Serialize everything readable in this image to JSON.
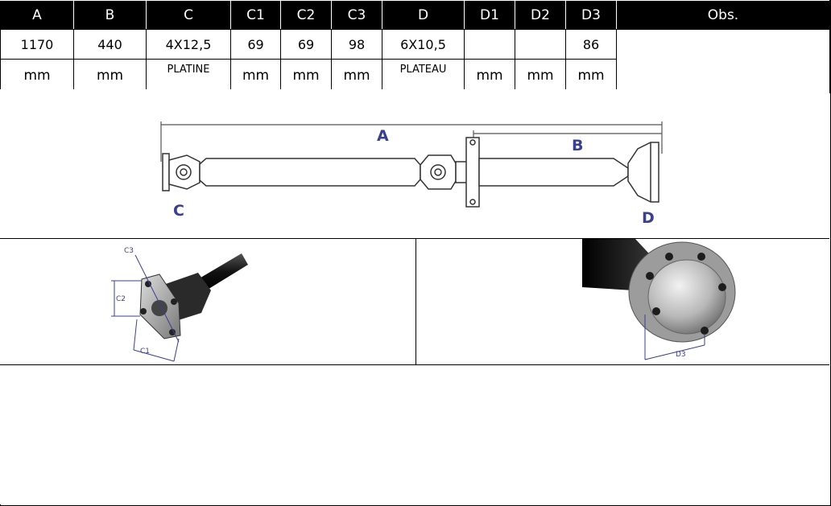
{
  "table": {
    "headers": [
      "A",
      "B",
      "C",
      "C1",
      "C2",
      "C3",
      "D",
      "D1",
      "D2",
      "D3",
      "Obs."
    ],
    "values": [
      "1170",
      "440",
      "4X12,5",
      "69",
      "69",
      "98",
      "6X10,5",
      "",
      "",
      "86"
    ],
    "units": [
      "mm",
      "mm",
      "PLATINE",
      "mm",
      "mm",
      "mm",
      "PLATEAU",
      "mm",
      "mm",
      "mm"
    ],
    "obs": ""
  },
  "diagram": {
    "label_a": "A",
    "label_b": "B",
    "label_c": "C",
    "label_d": "D"
  },
  "detail_c": {
    "label_c1": "C1",
    "label_c2": "C2",
    "label_c3": "C3"
  },
  "detail_d": {
    "label_d3": "D3"
  },
  "colors": {
    "header_bg": "#000000",
    "label_blue": "#3a3f8f",
    "metal": "#b0b0b0",
    "dark_tube": "#1a1a1a"
  }
}
